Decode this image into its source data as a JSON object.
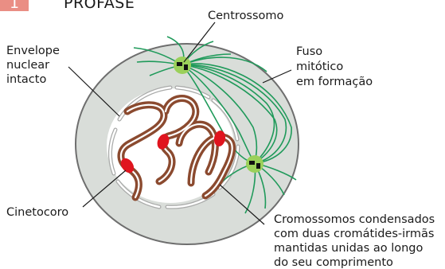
{
  "header": {
    "number": "1",
    "title": "PRÓFASE"
  },
  "labels": {
    "centrosome": "Centrossomo",
    "envelope": [
      "Envelope",
      "nuclear",
      "intacto"
    ],
    "spindle": [
      "Fuso",
      "mitótico",
      "em formação"
    ],
    "kinetochore": "Cinetocoro",
    "chromosomes": [
      "Cromossomos condensados",
      "com duas cromátides-irmãs",
      "mantidas unidas ao longo",
      "do seu comprimento"
    ]
  },
  "colors": {
    "number_badge": "#ea8e84",
    "cytoplasm": "#d9ddd9",
    "cell_outline": "#6e6e6e",
    "nucleus": "#ffffff",
    "spindle": "#1f9a5a",
    "centrosome": "#9bd05a",
    "chromosome": "#8b4a2f",
    "kinetochore": "#e0141e"
  }
}
